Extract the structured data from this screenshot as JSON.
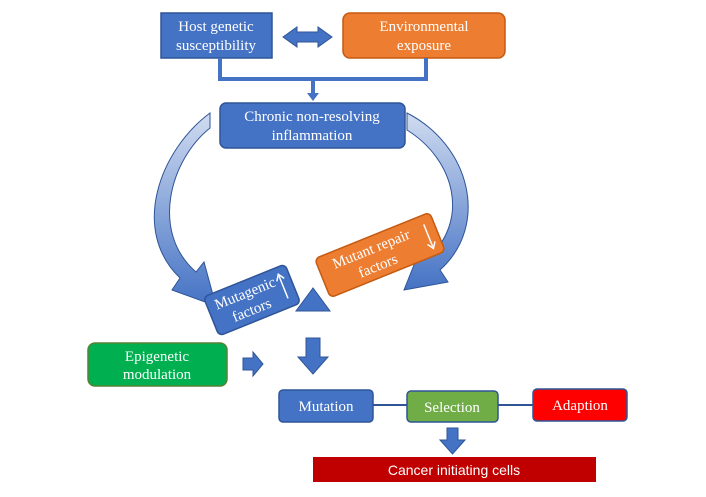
{
  "colors": {
    "blue": "#4472C4",
    "orange": "#ED7D31",
    "green": "#00B050",
    "red": "#FF0000",
    "dark_red": "#C00000",
    "white": "#FFFFFF"
  },
  "nodes": {
    "host_genetic": [
      "Host genetic",
      "susceptibility"
    ],
    "environmental": [
      "Environmental",
      "exposure"
    ],
    "chronic_inflammation": [
      "Chronic non-resolving",
      "inflammation"
    ],
    "mutagenic_factors": [
      "Mutagenic",
      "factors"
    ],
    "mutant_repair": [
      "Mutant repair",
      "factors"
    ],
    "epigenetic": [
      "Epigenetic",
      "modulation"
    ],
    "mutation": "Mutation",
    "selection": "Selection",
    "adaption": "Adaption",
    "cancer_cells": "Cancer initiating cells"
  }
}
